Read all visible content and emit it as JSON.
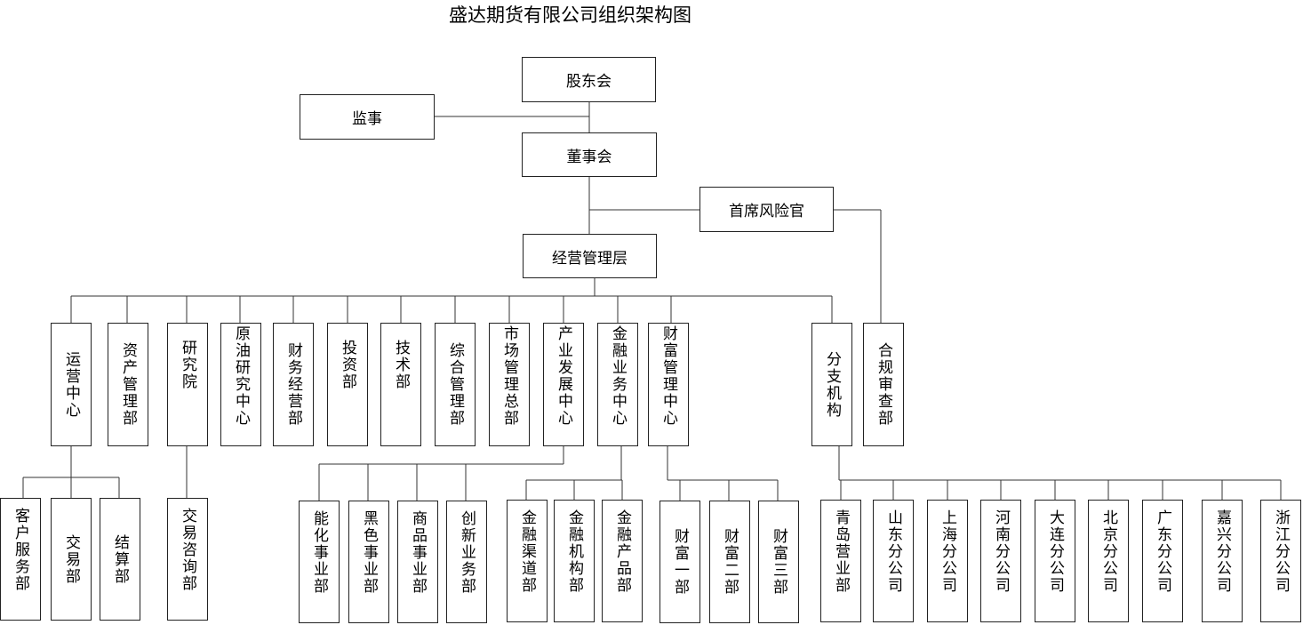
{
  "title": "盛达期货有限公司组织架构图",
  "nodes": {
    "gudonghui": "股东会",
    "jianshi": "监事",
    "dongshihui": "董事会",
    "shouxi": "首席风险官",
    "jingying": "经营管理层",
    "yunying": "运营中心",
    "zichan": "资产管理部",
    "yanjiuyuan": "研究院",
    "yuanyou": "原油研究中心",
    "caiwu": "财务经营部",
    "touzi": "投资部",
    "jishu": "技术部",
    "zonghe": "综合管理部",
    "shichang": "市场管理总部",
    "chanye": "产业发展中心",
    "jinrongyw": "金融业务中心",
    "caifu": "财富管理中心",
    "fenzhi": "分支机构",
    "hegui": "合规审查部",
    "kehu": "客户服务部",
    "jiaoyi": "交易部",
    "jiesuan": "结算部",
    "jiaoyizx": "交易咨询部",
    "nenghua": "能化事业部",
    "heise": "黑色事业部",
    "shangpin": "商品事业部",
    "chuangxin": "创新业务部",
    "qudao": "金融渠道部",
    "jigou": "金融机构部",
    "chanpin": "金融产品部",
    "caifu1": "财富一部",
    "caifu2": "财富二部",
    "caifu3": "财富三部",
    "qingdao": "青岛营业部",
    "shandong": "山东分公司",
    "shanghai": "上海分公司",
    "henan": "河南分公司",
    "dalian": "大连分公司",
    "beijing": "北京分公司",
    "guangdong": "广东分公司",
    "jiaxing": "嘉兴分公司",
    "zhejiang": "浙江分公司"
  }
}
